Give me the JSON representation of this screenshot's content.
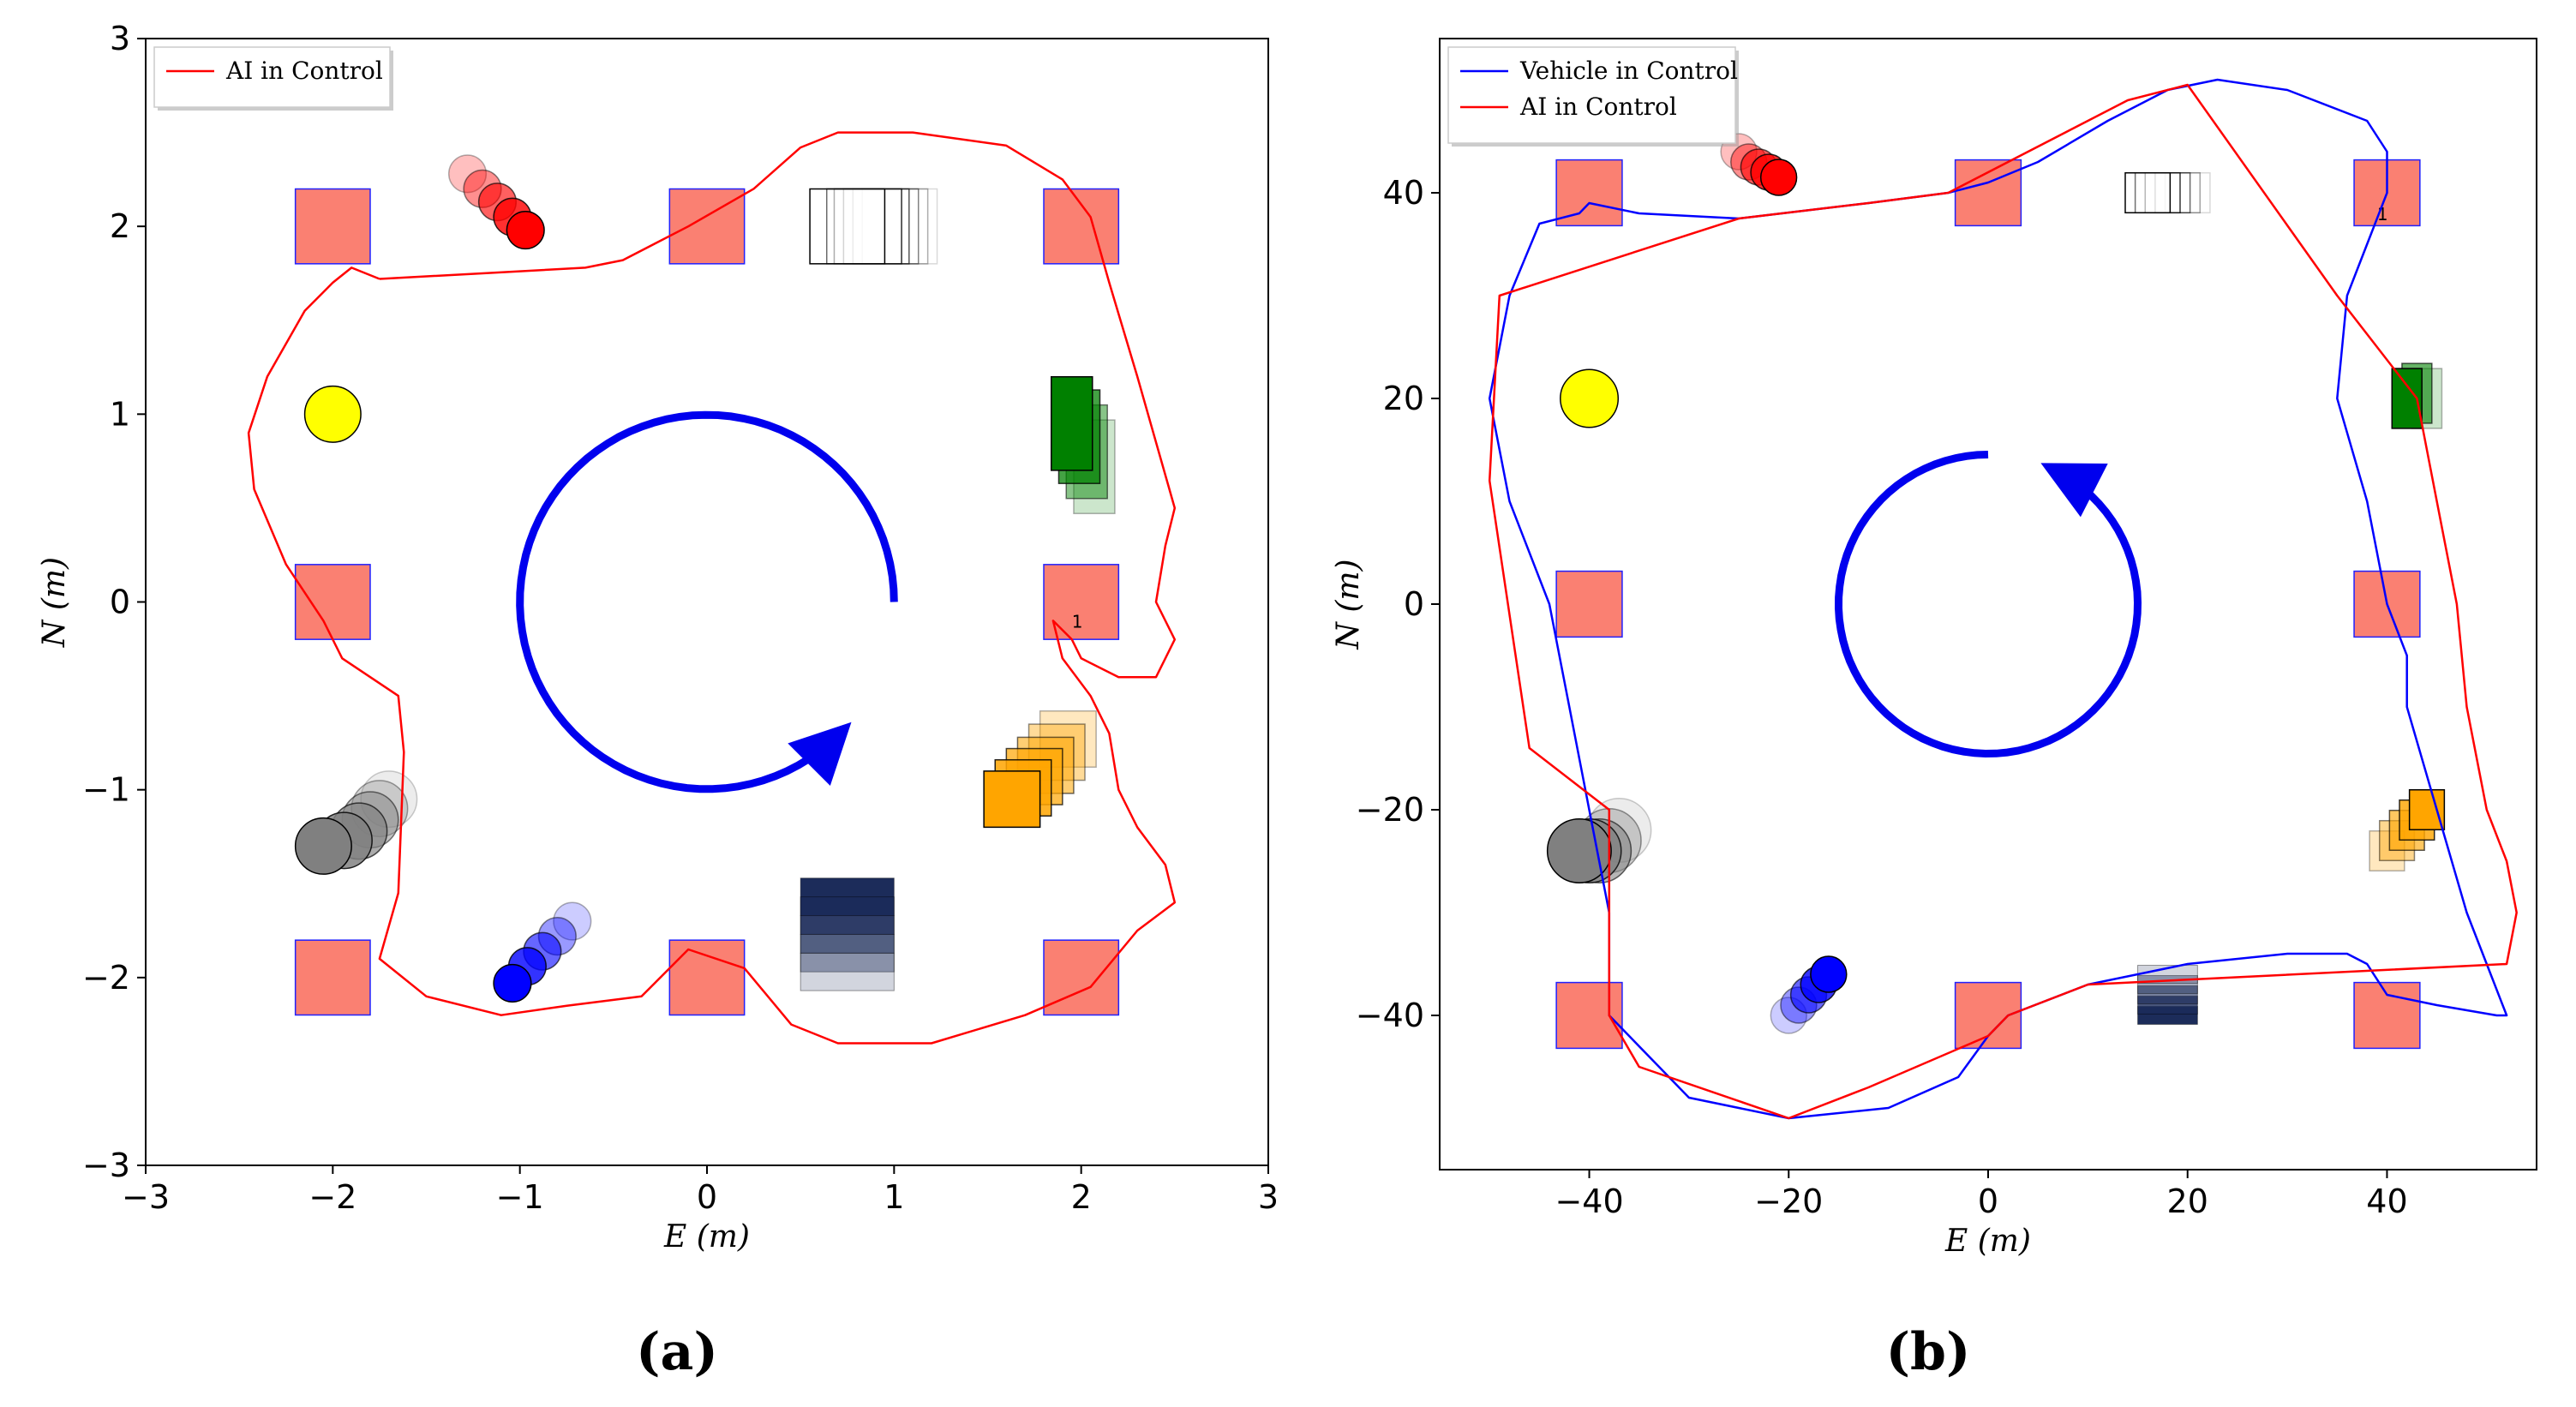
{
  "chart_data": [
    {
      "type": "line",
      "panel_label": "(a)",
      "xlabel": "E (m)",
      "ylabel": "N (m)",
      "xlim": [
        -3,
        3
      ],
      "ylim": [
        -3,
        3
      ],
      "xticks": [
        -3,
        -2,
        -1,
        0,
        1,
        2,
        3
      ],
      "yticks": [
        -3,
        -2,
        -1,
        0,
        1,
        2,
        3
      ],
      "grid": false,
      "legend_position": "top-left",
      "series": [
        {
          "name": "AI in Control",
          "color": "#ff0000",
          "x": [
            -1.75,
            -1.2,
            -0.65,
            -0.45,
            -0.1,
            0.25,
            0.5,
            0.7,
            1.1,
            1.6,
            1.9,
            2.05,
            2.15,
            2.3,
            2.5,
            2.45,
            2.4,
            2.5,
            2.45,
            2.4,
            2.2,
            2.0,
            1.95,
            1.85,
            1.9,
            2.05,
            2.15,
            2.2,
            2.3,
            2.45,
            2.5,
            2.3,
            2.05,
            1.7,
            1.2,
            0.7,
            0.45,
            0.2,
            -0.1,
            -0.35,
            -0.75,
            -1.1,
            -1.5,
            -1.75,
            -1.65,
            -1.62,
            -1.65,
            -1.95,
            -2.05,
            -2.25,
            -2.42,
            -2.45,
            -2.35,
            -2.15,
            -2.0,
            -1.9,
            -1.75
          ],
          "y": [
            1.72,
            1.75,
            1.78,
            1.82,
            2.0,
            2.2,
            2.42,
            2.5,
            2.5,
            2.43,
            2.25,
            2.05,
            1.7,
            1.2,
            0.5,
            0.3,
            0.0,
            -0.2,
            -0.3,
            -0.4,
            -0.4,
            -0.3,
            -0.2,
            -0.1,
            -0.3,
            -0.5,
            -0.7,
            -1.0,
            -1.2,
            -1.4,
            -1.6,
            -1.75,
            -2.05,
            -2.2,
            -2.35,
            -2.35,
            -2.25,
            -1.95,
            -1.85,
            -2.1,
            -2.15,
            -2.2,
            -2.1,
            -1.9,
            -1.55,
            -0.8,
            -0.5,
            -0.3,
            -0.1,
            0.2,
            0.6,
            0.9,
            1.2,
            1.55,
            1.7,
            1.78,
            1.72
          ]
        }
      ],
      "obstacles": [
        [
          -2,
          2
        ],
        [
          0,
          2
        ],
        [
          2,
          2
        ],
        [
          -2,
          0
        ],
        [
          2,
          0
        ],
        [
          -2,
          -2
        ],
        [
          0,
          -2
        ],
        [
          2,
          -2
        ]
      ],
      "obstacle_label": {
        "text": "1",
        "at": [
          1.95,
          -0.1
        ]
      },
      "markers": {
        "red_circles": [
          [
            -1.28,
            2.28
          ],
          [
            -1.2,
            2.2
          ],
          [
            -1.12,
            2.13
          ],
          [
            -1.04,
            2.05
          ],
          [
            -0.97,
            1.98
          ]
        ],
        "yellow_circle": [
          -2.0,
          1.0
        ],
        "gray_circles": [
          [
            -1.7,
            -1.05
          ],
          [
            -1.75,
            -1.1
          ],
          [
            -1.8,
            -1.16
          ],
          [
            -1.86,
            -1.22
          ],
          [
            -1.94,
            -1.27
          ],
          [
            -2.05,
            -1.3
          ]
        ],
        "blue_circles": [
          [
            -0.72,
            -1.7
          ],
          [
            -0.8,
            -1.78
          ],
          [
            -0.88,
            -1.86
          ],
          [
            -0.96,
            -1.94
          ],
          [
            -1.04,
            -2.03
          ]
        ],
        "white_squares_x": [
          1.03,
          0.98,
          0.93,
          0.88,
          0.84,
          0.75
        ],
        "white_squares_y": 2.0,
        "green_rects": [
          [
            2.07,
            0.72
          ],
          [
            2.03,
            0.8
          ],
          [
            1.99,
            0.88
          ],
          [
            1.95,
            0.95
          ]
        ],
        "orange_squares": [
          [
            1.93,
            -0.73
          ],
          [
            1.87,
            -0.8
          ],
          [
            1.81,
            -0.87
          ],
          [
            1.75,
            -0.93
          ],
          [
            1.69,
            -0.99
          ],
          [
            1.63,
            -1.05
          ]
        ],
        "navy_bands_y": [
          -1.57,
          -1.67,
          -1.77,
          -1.87,
          -1.97
        ],
        "navy_bands_x": 0.75
      },
      "circle_arrow": {
        "center": [
          0,
          0
        ],
        "radius": 1.0,
        "direction": "counter-clockwise",
        "start_angle_deg": 0
      }
    },
    {
      "type": "line",
      "panel_label": "(b)",
      "xlabel": "E (m)",
      "ylabel": "N (m)",
      "xlim": [
        -55,
        55
      ],
      "ylim": [
        -55,
        55
      ],
      "xticks": [
        -40,
        -20,
        0,
        20,
        40
      ],
      "yticks": [
        -40,
        -20,
        0,
        20,
        40
      ],
      "grid": false,
      "legend_position": "top-left",
      "series": [
        {
          "name": "Vehicle in Control",
          "color": "#0000ff",
          "x": [
            -25,
            -12,
            -4,
            0,
            5,
            12,
            18,
            23,
            30,
            38,
            40,
            40,
            38,
            36,
            35,
            38,
            40,
            42,
            42,
            45,
            48,
            50,
            52,
            51,
            45,
            40,
            38,
            36,
            30,
            20,
            10,
            2,
            0,
            -3,
            -10,
            -20,
            -30,
            -38,
            -38,
            -38,
            -40,
            -42,
            -44,
            -48,
            -50,
            -48,
            -45,
            -41,
            -40,
            -35,
            -25
          ],
          "y": [
            37.5,
            39,
            40,
            41,
            43,
            47,
            50,
            51,
            50,
            47,
            44,
            40,
            35,
            30,
            20,
            10,
            0,
            -5,
            -10,
            -20,
            -30,
            -35,
            -40,
            -40,
            -39,
            -38,
            -35,
            -34,
            -34,
            -35,
            -37,
            -40,
            -42,
            -46,
            -49,
            -50,
            -48,
            -40,
            -35,
            -30,
            -20,
            -10,
            0,
            10,
            20,
            30,
            37,
            38,
            39,
            38,
            37.5
          ]
        },
        {
          "name": "AI in Control",
          "color": "#ff0000",
          "x": [
            -25,
            -12,
            -4,
            14,
            20,
            35,
            43,
            45,
            47,
            48,
            50,
            52,
            53,
            52,
            10,
            2,
            0,
            -12,
            -20,
            -35,
            -38,
            -38,
            -46,
            -50,
            -49,
            -25
          ],
          "y": [
            37.5,
            39,
            40,
            49,
            50.5,
            30,
            20,
            10,
            0,
            -10,
            -20,
            -25,
            -30,
            -35,
            -37,
            -40,
            -42,
            -47,
            -50,
            -45,
            -40,
            -20,
            -14,
            12,
            30,
            37.5
          ]
        }
      ],
      "obstacles": [
        [
          -40,
          40
        ],
        [
          0,
          40
        ],
        [
          40,
          40
        ],
        [
          -40,
          0
        ],
        [
          40,
          0
        ],
        [
          -40,
          -40
        ],
        [
          0,
          -40
        ],
        [
          40,
          -40
        ]
      ],
      "obstacle_label": {
        "text": "1",
        "at": [
          39,
          38
        ]
      },
      "markers": {
        "red_circles": [
          [
            -25,
            44
          ],
          [
            -24,
            43
          ],
          [
            -23,
            42.5
          ],
          [
            -22,
            42
          ],
          [
            -21,
            41.5
          ]
        ],
        "yellow_circle": [
          -40,
          20
        ],
        "gray_circles": [
          [
            -37,
            -22
          ],
          [
            -38,
            -23
          ],
          [
            -39,
            -24
          ],
          [
            -40,
            -24
          ],
          [
            -41,
            -24
          ]
        ],
        "blue_circles": [
          [
            -20,
            -40
          ],
          [
            -19,
            -39
          ],
          [
            -18,
            -38
          ],
          [
            -17,
            -37
          ],
          [
            -16,
            -36
          ]
        ],
        "white_squares_x": [
          20,
          19,
          18,
          17,
          16
        ],
        "white_squares_y": 40,
        "green_rects": [
          [
            44,
            20
          ],
          [
            43,
            20.5
          ],
          [
            42,
            20
          ]
        ],
        "orange_squares": [
          [
            40,
            -24
          ],
          [
            41,
            -23
          ],
          [
            42,
            -22
          ],
          [
            43,
            -21
          ],
          [
            44,
            -20
          ]
        ],
        "navy_bands_y": [
          -40,
          -39,
          -38,
          -37,
          -36
        ],
        "navy_bands_x": 18
      },
      "circle_arrow": {
        "center": [
          0,
          0
        ],
        "radius": 15,
        "direction": "counter-clockwise",
        "start_angle_deg": 90
      }
    }
  ],
  "colors": {
    "obstacle_fill": "#fa8072",
    "obstacle_edge": "#2020ff",
    "arrow": "#0000ee",
    "red_marker": "#ff0000",
    "yellow_marker": "#ffff00",
    "gray_marker": "#808080",
    "blue_marker": "#0000ff",
    "green_marker": "#008000",
    "orange_marker": "#ffa500",
    "navy_marker": "#1c2c5a"
  }
}
